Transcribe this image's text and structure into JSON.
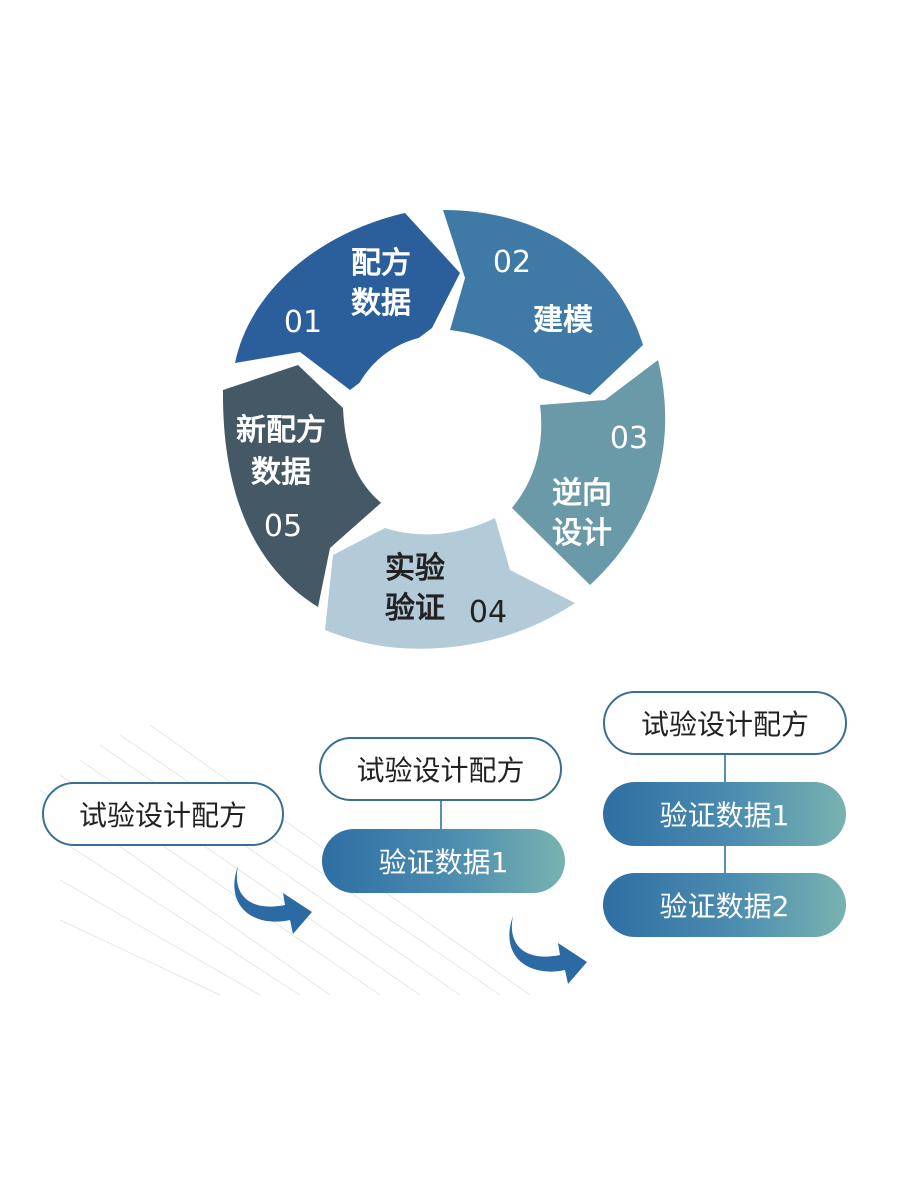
{
  "cycle": {
    "segments": [
      {
        "num": "01",
        "label_lines": [
          "配方",
          "数据"
        ]
      },
      {
        "num": "02",
        "label_lines": [
          "建模"
        ]
      },
      {
        "num": "03",
        "label_lines": [
          "逆向",
          "设计"
        ]
      },
      {
        "num": "04",
        "label_lines": [
          "实验",
          "验证"
        ]
      },
      {
        "num": "05",
        "label_lines": [
          "新配方",
          "数据"
        ]
      }
    ],
    "colors": [
      "#2a5f9c",
      "#3e7aa5",
      "#6a9aa8",
      "#b3cbd8",
      "#445866"
    ]
  },
  "flow": {
    "stage1": {
      "formula": "试验设计配方"
    },
    "stage2": {
      "formula": "试验设计配方",
      "data": [
        "验证数据1"
      ]
    },
    "stage3": {
      "formula": "试验设计配方",
      "data": [
        "验证数据1",
        "验证数据2"
      ]
    },
    "arrow_color": "#2b6aa3"
  }
}
